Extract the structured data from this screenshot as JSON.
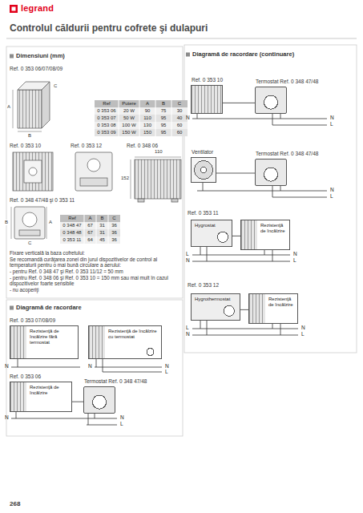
{
  "diagram": {
    "title": "Controlul căldurii pentru cofrete şi dulapuri",
    "nodes": [
      {
        "text": [
          "Rezistenţă de încălzire fără termostat"
        ]
      },
      {
        "text": [
          "Rezistenţă de încălzire cu termostat"
        ]
      },
      {
        "text": [
          "Rezistenţă de încălzire"
        ]
      },
      {
        "text": [
          "Termostat Ref. 0 348 47/48"
        ]
      },
      {
        "text": [
          "Ref. 0 353 10"
        ]
      },
      {
        "text": [
          "Termostat Ref. 0 348 47/48"
        ]
      },
      {
        "text": [
          "Ventilator"
        ]
      },
      {
        "text": [
          "Termostat Ref. 0 348 47/48"
        ]
      },
      {
        "text": [
          "Hygrostat"
        ]
      },
      {
        "text": [
          "Rezistenţă de încălzire"
        ]
      },
      {
        "text": [
          "Hygrothermostat"
        ]
      },
      {
        "text": [
          "Rezistenţă de încălzire"
        ]
      }
    ],
    "edges": [
      {
        "from": 2,
        "to": 3,
        "arrow": "none"
      },
      {
        "from": 4,
        "to": 5,
        "arrow": "none"
      },
      {
        "from": 6,
        "to": 7,
        "arrow": "none"
      },
      {
        "from": 8,
        "to": 9,
        "arrow": "none"
      },
      {
        "from": 10,
        "to": 11,
        "arrow": "none"
      }
    ],
    "labels": [
      "legrand",
      "Dimensiuni (mm)",
      "Ref. 0 353 06/07/08/09",
      "Ref",
      "Putere",
      "A",
      "B",
      "C",
      "0 353 06",
      "20 W",
      "90",
      "75",
      "30",
      "0 353 07",
      "50 W",
      "110",
      "95",
      "40",
      "0 353 08",
      "100 W",
      "130",
      "95",
      "60",
      "0 353 09",
      "150 W",
      "150",
      "95",
      "60",
      "A",
      "B",
      "C",
      "Ref. 0 353 10",
      "Ref. 0 353 12",
      "Ref. 0 348 06",
      "110",
      "152",
      "Ref. 0 348 47/48 şi 0 353 11",
      "Ref",
      "A",
      "B",
      "C",
      "0 348 47",
      "67",
      "31",
      "36",
      "0 348 48",
      "67",
      "31",
      "36",
      "0 353 11",
      "64",
      "45",
      "36",
      "A",
      "B",
      "C",
      "Fixare verticală la baza cofretului:",
      "Se recomandă curăţarea zonei din jurul dispozitivelor de control al temperaturii pentru o mai bună circulare a aerului:",
      "- pentru Ref. 0 348 47 şi Ref. 0 353 11/12 = 50 mm",
      "- pentru Ref. 0 348 06 şi Ref. 0 353 10 = 150 mm sau mai mult în cazul dispozitivelor foarte sensibile",
      "- nu acoperiţi",
      "Diagramă de racordare",
      "Ref. 0 353 07/08/09",
      "N",
      "N",
      "N",
      "L",
      "Ref. 0 353 06",
      "N",
      "N",
      "L",
      "Diagramă de racordare (continuare)",
      "Ref. 0 353 11",
      "Ref. 0 353 12",
      "N",
      "N",
      "L",
      "N",
      "L",
      "L",
      "N",
      "N",
      "L",
      "L",
      "N",
      "N",
      "L",
      "268"
    ]
  }
}
